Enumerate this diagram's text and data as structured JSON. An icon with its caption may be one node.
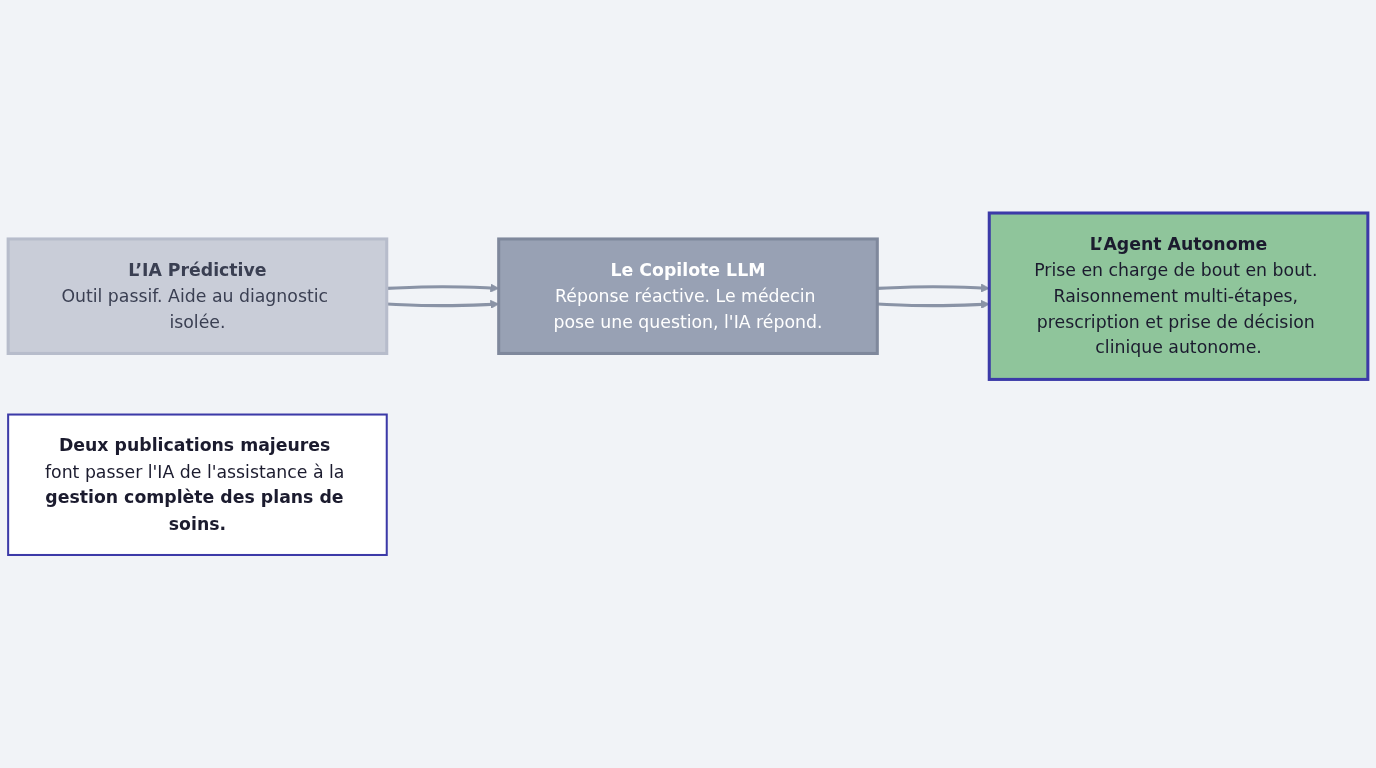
{
  "diagram": {
    "nodes": [
      {
        "text": [
          "L’IA Prédictive",
          "Outil passif. Aide au diagnostic isolée."
        ]
      },
      {
        "text": [
          "Le Copilote LLM",
          "Réponse réactive. Le médecin pose une question, l'IA répond."
        ]
      },
      {
        "text": [
          "L’Agent Autonome",
          "Prise en charge de bout en bout. Raisonnement multi-étapes, prescription et prise de décision clinique autonome."
        ]
      },
      {
        "text": [
          "**Deux publications majeures** font passer l'IA de l'assistance à la **gestion complète des plans de soins.**"
        ]
      }
    ],
    "edges": [
      {
        "from": 0,
        "to": 1,
        "arrow": "to"
      },
      {
        "from": 0,
        "to": 1,
        "arrow": "to"
      },
      {
        "from": 1,
        "to": 2,
        "arrow": "to"
      },
      {
        "from": 1,
        "to": 2,
        "arrow": "to"
      }
    ]
  }
}
